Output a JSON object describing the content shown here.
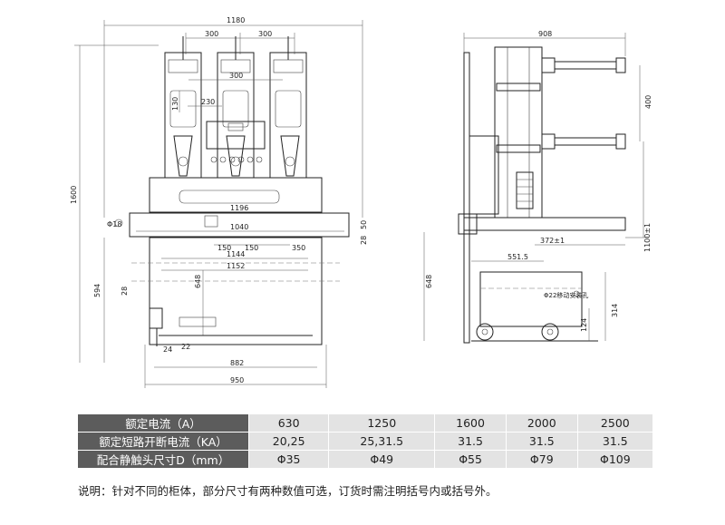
{
  "front_view": {
    "dim_width_total": "1180",
    "dim_pole_spacing_1": "300",
    "dim_pole_spacing_2": "300",
    "dim_inner_300": "300",
    "dim_230": "230",
    "dim_130": "130",
    "dim_height_total": "1600",
    "dim_1196": "1196",
    "dim_1040": "1040",
    "dim_phi18": "Φ18",
    "dim_150_a": "150",
    "dim_150_b": "150",
    "dim_350": "350",
    "dim_50": "50",
    "dim_28_right": "28",
    "dim_1144": "1144",
    "dim_1152": "1152",
    "dim_648": "648",
    "dim_594": "594",
    "dim_28_left": "28",
    "dim_24": "24",
    "dim_22": "22",
    "dim_882": "882",
    "dim_950": "950"
  },
  "side_view": {
    "dim_908": "908",
    "dim_400": "400",
    "dim_1100": "1100±1",
    "dim_372": "372±1",
    "dim_551": "551.5",
    "dim_648": "648",
    "dim_314": "314",
    "dim_124": "124",
    "hole_note": "Φ22移动安装孔"
  },
  "spec_table": {
    "rows": [
      {
        "label": "额定电流（A）",
        "values": [
          "630",
          "1250",
          "1600",
          "2000",
          "2500"
        ]
      },
      {
        "label": "额定短路开断电流（KA）",
        "values": [
          "20,25",
          "25,31.5",
          "31.5",
          "31.5",
          "31.5"
        ]
      },
      {
        "label": "配合静触头尺寸D（mm）",
        "values": [
          "Φ35",
          "Φ49",
          "Φ55",
          "Φ79",
          "Φ109"
        ]
      }
    ]
  },
  "note": "说明：针对不同的柜体，部分尺寸有两种数值可选，订货时需注明括号内或括号外。"
}
